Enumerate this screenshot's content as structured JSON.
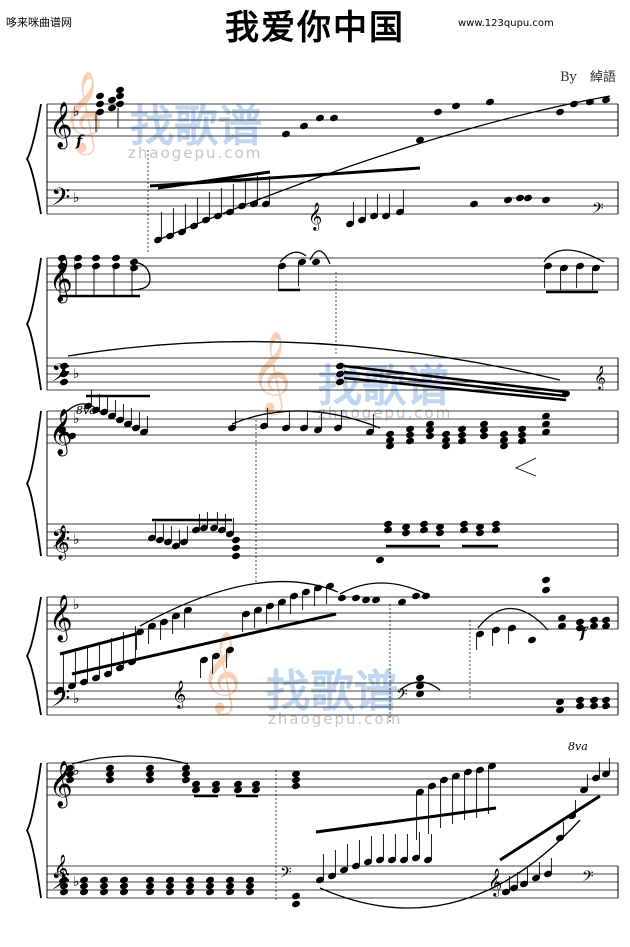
{
  "header": {
    "site_left": "哆来咪曲谱网",
    "title": "我爱你中国",
    "site_right": "www.123qupu.com",
    "byline": "By　綽語"
  },
  "markings": {
    "dynamic_f_1": "f",
    "dynamic_f_2": "f",
    "ottava_1": "8va",
    "ottava_2": "8va"
  },
  "watermark": {
    "text": "找歌谱",
    "url": "zhaogepu.com",
    "clef_glyph": "𝄞"
  },
  "score": {
    "systems": 5,
    "key_signature": "F major (1 flat)",
    "staff_color": "#000000"
  }
}
